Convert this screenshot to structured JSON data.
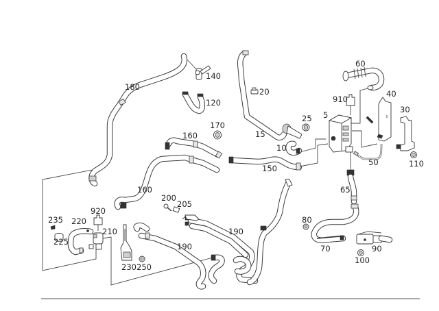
{
  "diagram": {
    "type": "exploded-parts-diagram",
    "subject": "auxiliary heater coolant hoses",
    "callouts": [
      {
        "id": "c180",
        "text": "180"
      },
      {
        "id": "c140",
        "text": "140"
      },
      {
        "id": "c120",
        "text": "120"
      },
      {
        "id": "c20",
        "text": "20"
      },
      {
        "id": "c60",
        "text": "60"
      },
      {
        "id": "c910",
        "text": "910"
      },
      {
        "id": "c40",
        "text": "40"
      },
      {
        "id": "c30",
        "text": "30"
      },
      {
        "id": "c5",
        "text": "5"
      },
      {
        "id": "c25",
        "text": "25"
      },
      {
        "id": "c170",
        "text": "170"
      },
      {
        "id": "c160a",
        "text": "160"
      },
      {
        "id": "c15",
        "text": "15"
      },
      {
        "id": "c10",
        "text": "10"
      },
      {
        "id": "c150",
        "text": "150"
      },
      {
        "id": "c50",
        "text": "50"
      },
      {
        "id": "c110",
        "text": "110"
      },
      {
        "id": "c160b",
        "text": "160"
      },
      {
        "id": "c65",
        "text": "65"
      },
      {
        "id": "c200",
        "text": "200"
      },
      {
        "id": "c205",
        "text": "205"
      },
      {
        "id": "c920",
        "text": "920"
      },
      {
        "id": "c235",
        "text": "235"
      },
      {
        "id": "c220",
        "text": "220"
      },
      {
        "id": "c210",
        "text": "210"
      },
      {
        "id": "c225",
        "text": "225"
      },
      {
        "id": "c190a",
        "text": "190"
      },
      {
        "id": "c190b",
        "text": "190"
      },
      {
        "id": "c80",
        "text": "80"
      },
      {
        "id": "c70",
        "text": "70"
      },
      {
        "id": "c90",
        "text": "90"
      },
      {
        "id": "c100",
        "text": "100"
      },
      {
        "id": "c230",
        "text": "230"
      },
      {
        "id": "c250",
        "text": "250"
      }
    ]
  }
}
